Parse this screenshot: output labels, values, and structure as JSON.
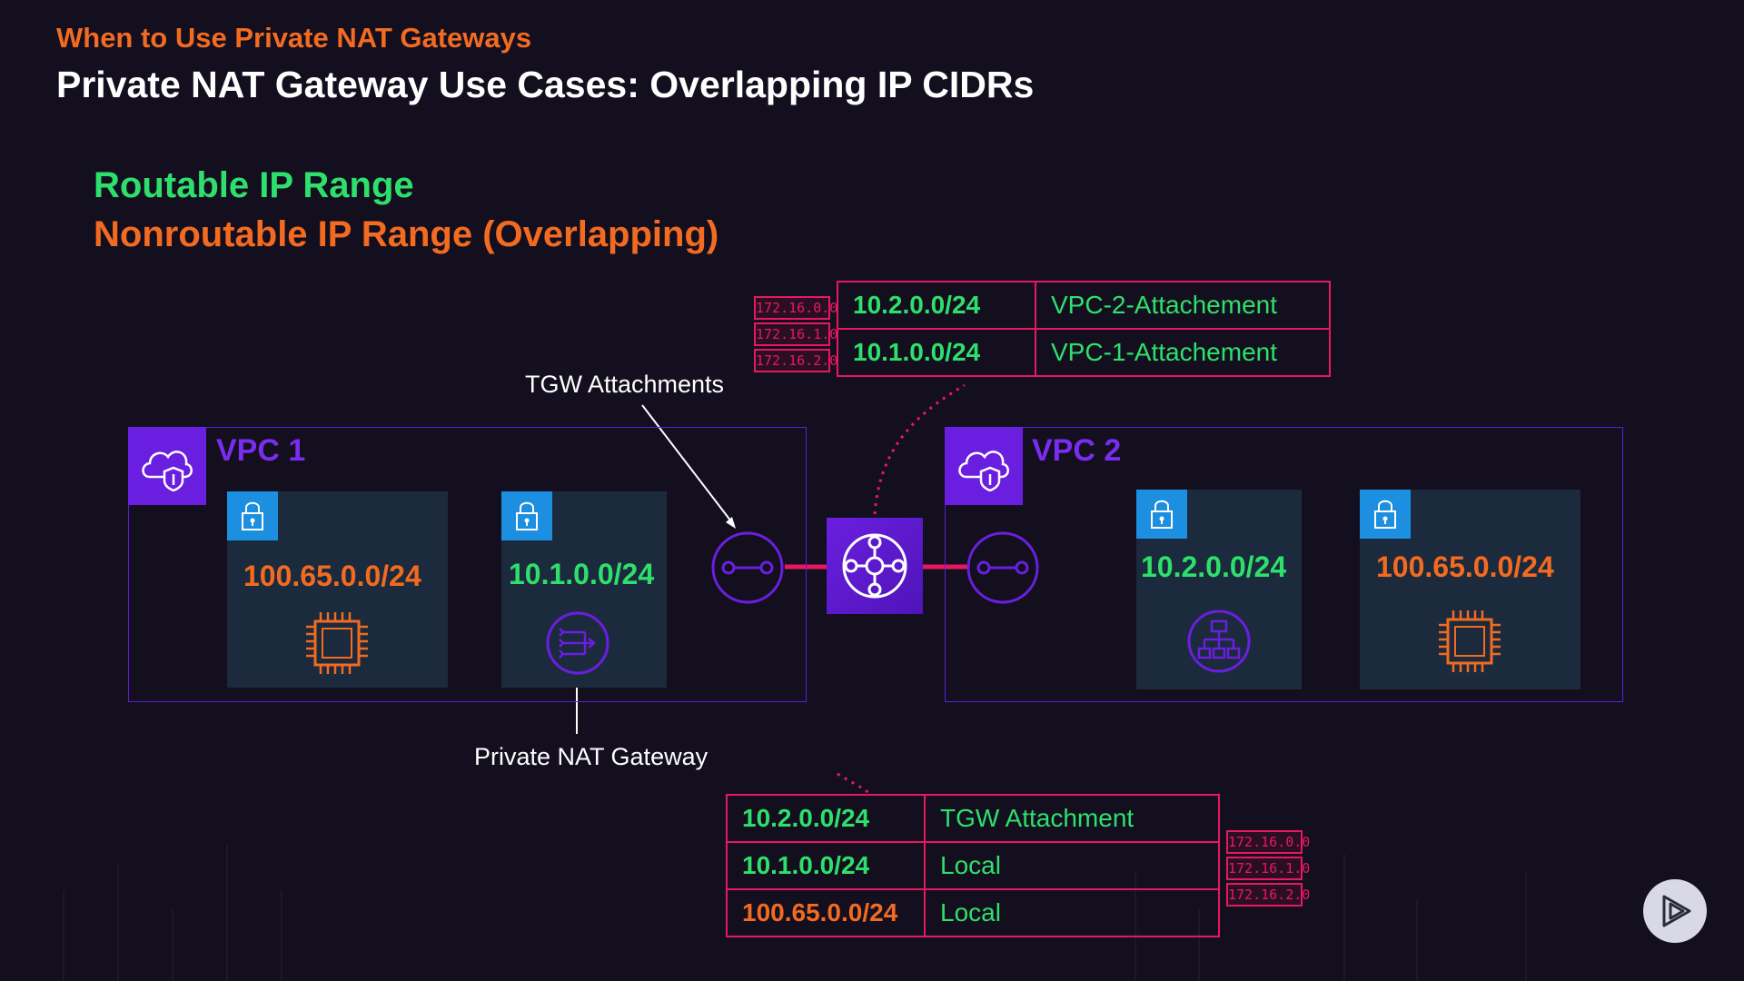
{
  "header": {
    "kicker": "When to Use Private NAT Gateways",
    "title": "Private NAT Gateway Use Cases: Overlapping IP CIDRs"
  },
  "legend": {
    "routable": "Routable IP Range",
    "nonroutable": "Nonroutable IP Range (Overlapping)"
  },
  "colors": {
    "routable": "#2ee06b",
    "nonroutable": "#f26b21",
    "vpc": "#6a1fe0",
    "table_border": "#e8185f",
    "subnet_bg": "#1b2a3c",
    "lock_bg": "#1d8fe0"
  },
  "tgw_route_table": {
    "rows": [
      {
        "destination": "10.2.0.0/24",
        "target": "VPC-2-Attachement"
      },
      {
        "destination": "10.1.0.0/24",
        "target": "VPC-1-Attachement"
      }
    ],
    "ips": [
      "172.16.0.0",
      "172.16.1.0",
      "172.16.2.0"
    ]
  },
  "callouts": {
    "tgw_attachments": "TGW Attachments",
    "private_nat_gateway": "Private NAT Gateway"
  },
  "vpc1": {
    "label": "VPC 1",
    "icon": "cloud-shield-icon",
    "subnets": [
      {
        "cidr": "100.65.0.0/24",
        "icon": "chip-icon",
        "type": "nonroutable"
      },
      {
        "cidr": "10.1.0.0/24",
        "icon": "nat-gateway-icon",
        "type": "routable"
      }
    ]
  },
  "vpc2": {
    "label": "VPC 2",
    "icon": "cloud-shield-icon",
    "subnets": [
      {
        "cidr": "10.2.0.0/24",
        "icon": "load-balancer-icon",
        "type": "routable"
      },
      {
        "cidr": "100.65.0.0/24",
        "icon": "chip-icon",
        "type": "nonroutable"
      }
    ]
  },
  "vpc1_route_table": {
    "rows": [
      {
        "destination": "10.2.0.0/24",
        "target": "TGW Attachment",
        "type": "routable"
      },
      {
        "destination": "10.1.0.0/24",
        "target": "Local",
        "type": "routable"
      },
      {
        "destination": "100.65.0.0/24",
        "target": "Local",
        "type": "nonroutable"
      }
    ],
    "ips": [
      "172.16.0.0",
      "172.16.1.0",
      "172.16.2.0"
    ]
  },
  "icons": {
    "transit_gateway": "transit-gateway-icon",
    "attachment": "tgw-attachment-icon",
    "lock": "lock-icon",
    "play": "play-logo-icon"
  }
}
